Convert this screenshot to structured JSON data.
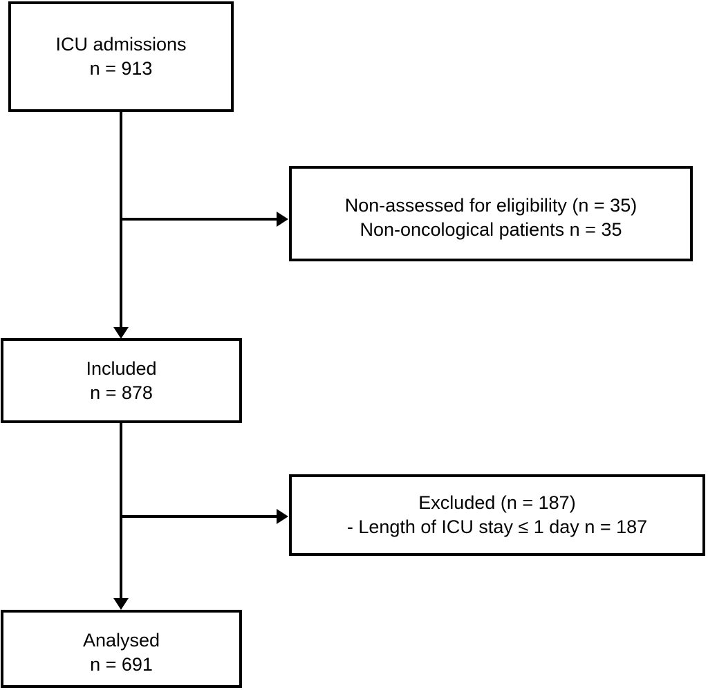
{
  "diagram": {
    "type": "patient-flow-diagram",
    "nodes": {
      "icu_admissions": {
        "line1": "ICU admissions",
        "line2": "n = 913"
      },
      "non_assessed": {
        "line1": "Non-assessed for eligibility (n = 35)",
        "line2": "Non-oncological patients n = 35"
      },
      "included": {
        "line1": "Included",
        "line2": "n = 878"
      },
      "excluded": {
        "line1": "Excluded (n = 187)",
        "line2": "- Length of ICU stay ≤ 1 day n = 187"
      },
      "analysed": {
        "line1": "Analysed",
        "line2": "n = 691"
      }
    },
    "colors": {
      "border": "#000000",
      "fill": "#ffffff",
      "text": "#000000",
      "background": "#ffffff"
    }
  }
}
